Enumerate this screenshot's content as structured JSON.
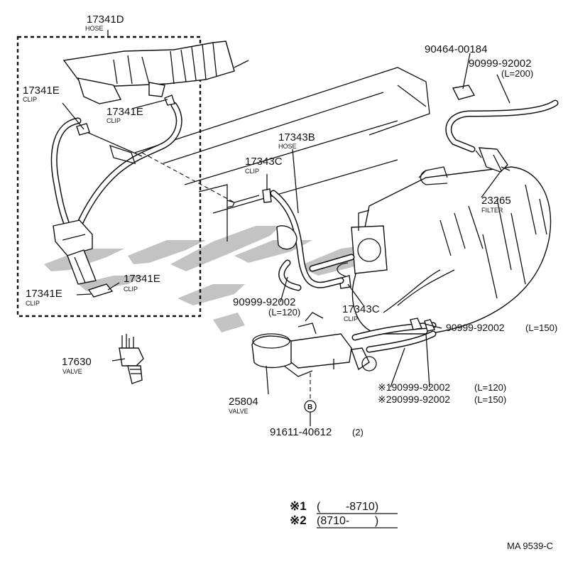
{
  "labels": {
    "hose_17341d": {
      "number": "17341D",
      "name": "HOSE"
    },
    "clip_17341e_a": {
      "number": "17341E",
      "name": "CLIP"
    },
    "clip_17341e_b": {
      "number": "17341E",
      "name": "CLIP"
    },
    "clip_17341e_c": {
      "number": "17341E",
      "name": "CLIP"
    },
    "clip_17341e_d": {
      "number": "17341E",
      "name": "CLIP"
    },
    "valve_17630": {
      "number": "17630",
      "name": "VALVE"
    },
    "hose_17343b": {
      "number": "17343B",
      "name": "HOSE"
    },
    "clip_17343c_a": {
      "number": "17343C",
      "name": "CLIP"
    },
    "clip_17343c_b": {
      "number": "17343C",
      "name": "CLIP"
    },
    "part_90464": {
      "number": "90464-00184"
    },
    "hose_90999_200": {
      "number": "90999-92002",
      "length": "(L=200)"
    },
    "filter_23265": {
      "number": "23265",
      "name": "FILTER"
    },
    "hose_90999_120": {
      "number": "90999-92002",
      "length": "(L=120)"
    },
    "hose_90999_150": {
      "number": "90999-92002",
      "length": "(L=150)"
    },
    "hose_note1": {
      "number": "※190999-92002",
      "length": "(L=120)"
    },
    "hose_note2": {
      "number": "※290999-92002",
      "length": "(L=150)"
    },
    "valve_25804": {
      "number": "25804",
      "name": "VALVE"
    },
    "bolt_91611": {
      "number": "91611-40612",
      "qty": "(2)"
    },
    "ref_b": "B"
  },
  "legend": [
    {
      "mark": "※1",
      "range": "(        -8710)"
    },
    {
      "mark": "※2",
      "range": "(8710-        )"
    }
  ],
  "figure_id": "MA 9539-C",
  "watermark_color": "#b9b9b9",
  "line_color": "#111111"
}
